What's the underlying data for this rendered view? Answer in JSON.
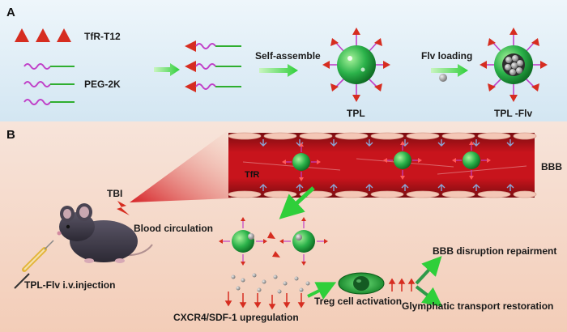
{
  "panel_a": {
    "label": "A",
    "tfr_label": "TfR-T12",
    "peg_label": "PEG-2K",
    "self_assemble": "Self-assemble",
    "tpl_label": "TPL",
    "flv_loading": "Flv loading",
    "tpl_flv_label": "TPL -Flv"
  },
  "panel_b": {
    "label": "B",
    "tfr": "TfR",
    "bbb": "BBB",
    "tbi": "TBI",
    "blood_circulation": "Blood circulation",
    "injection": "TPL-Flv i.v.injection",
    "cxcr4": "CXCR4/SDF-1 upregulation",
    "treg": "Treg cell activation",
    "bbb_repair": "BBB disruption repairment",
    "glymphatic": "Glymphatic transport restoration"
  },
  "colors": {
    "panel_a_bg": "#dcecf6",
    "panel_b_bg": "#f6d8c8",
    "triangle": "#d62d20",
    "peg_coil": "#c040c8",
    "peg_stem": "#2fae2f",
    "nanoparticle": "#2bb24a",
    "vessel": "#b3121a",
    "arrow_green": "#2fcf3a"
  }
}
